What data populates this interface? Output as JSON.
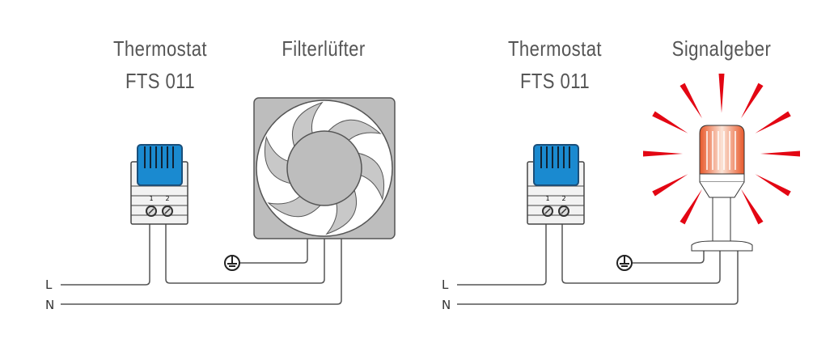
{
  "left": {
    "thermostat_title": "Thermostat",
    "thermostat_model": "FTS 011",
    "device_title": "Filterlüfter",
    "terminals": [
      "1",
      "2"
    ]
  },
  "right": {
    "thermostat_title": "Thermostat",
    "thermostat_model": "FTS 011",
    "device_title": "Signalgeber",
    "terminals": [
      "1",
      "2"
    ]
  },
  "wires": {
    "line": "L",
    "neutral": "N"
  },
  "colors": {
    "thermo_blue": "#1a8ad0",
    "ray_red": "#e30613",
    "lamp_orange": "#e8582a",
    "wire": "#555555"
  }
}
